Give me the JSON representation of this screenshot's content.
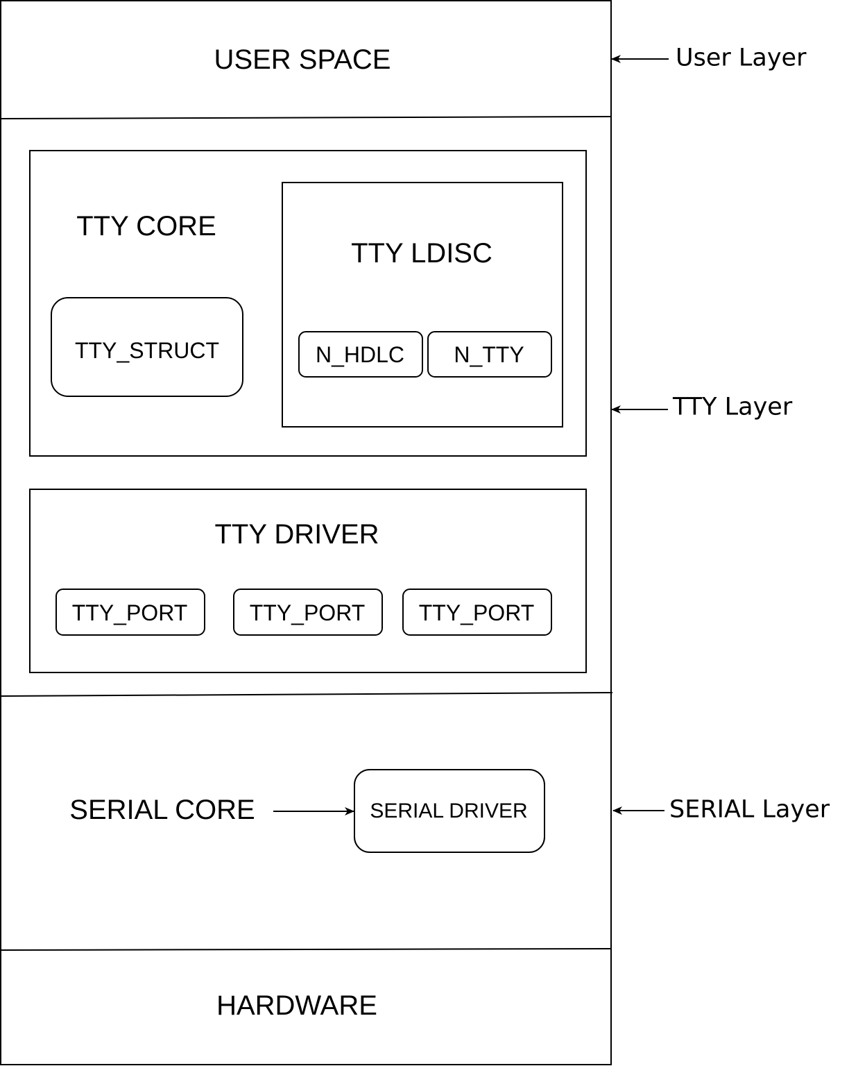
{
  "layers": {
    "user_space": "USER SPACE",
    "hardware": "HARDWARE"
  },
  "tty_core": {
    "title": "TTY CORE",
    "tty_struct": "TTY_STRUCT"
  },
  "tty_ldisc": {
    "title": "TTY LDISC",
    "items": [
      "N_HDLC",
      "N_TTY"
    ]
  },
  "tty_driver": {
    "title": "TTY DRIVER",
    "ports": [
      "TTY_PORT",
      "TTY_PORT",
      "TTY_PORT"
    ]
  },
  "serial": {
    "core": "SERIAL CORE",
    "driver": "SERIAL DRIVER"
  },
  "side_labels": {
    "user_layer": "User Layer",
    "tty_layer": "TTY Layer",
    "serial_layer": "SERIAL Layer"
  },
  "colors": {
    "stroke": "#000000",
    "background": "#ffffff"
  }
}
